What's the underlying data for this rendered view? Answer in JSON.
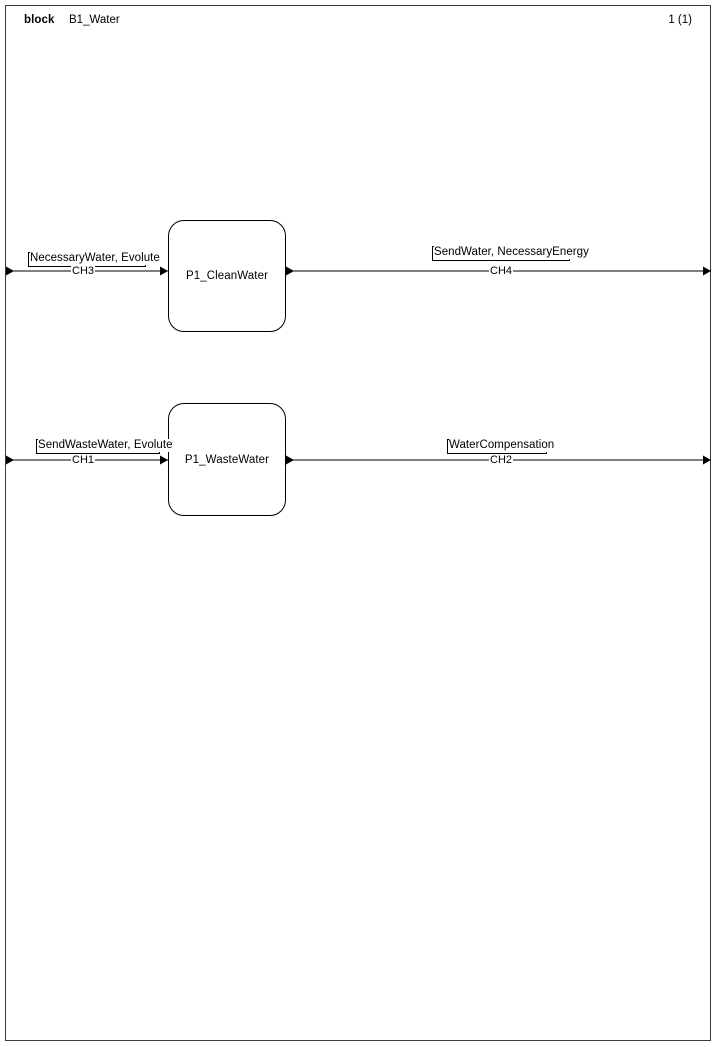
{
  "header": {
    "kind": "block",
    "name": "B1_Water",
    "page_indicator": "1 (1)"
  },
  "colors": {
    "frame": "#3b3b3b",
    "line": "#000000",
    "background": "#ffffff"
  },
  "blocks": [
    {
      "id": "p1-cleanwater",
      "label": "P1_CleanWater"
    },
    {
      "id": "p1-wastewater",
      "label": "P1_WasteWater"
    }
  ],
  "channels": [
    {
      "id": "ch3",
      "channel_label": "CH3",
      "signal_label": "NecessaryWater, Evolute",
      "side": "left",
      "block": "P1_CleanWater"
    },
    {
      "id": "ch4",
      "channel_label": "CH4",
      "signal_label": "SendWater, NecessaryEnergy",
      "side": "right",
      "block": "P1_CleanWater"
    },
    {
      "id": "ch1",
      "channel_label": "CH1",
      "signal_label": "SendWasteWater, Evolute",
      "side": "left",
      "block": "P1_WasteWater"
    },
    {
      "id": "ch2",
      "channel_label": "CH2",
      "signal_label": "WaterCompensation",
      "side": "right",
      "block": "P1_WasteWater"
    }
  ]
}
